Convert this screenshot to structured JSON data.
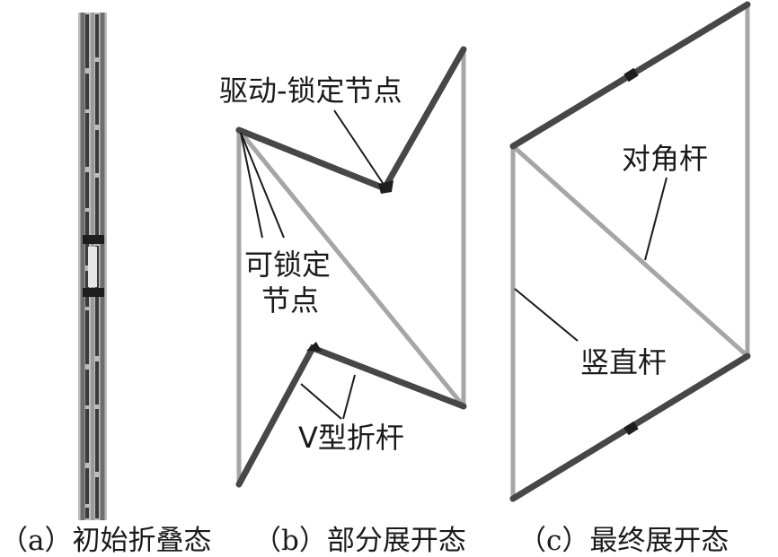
{
  "labels": {
    "drive_lock_node": "驱动-锁定节点",
    "lockable_node_line1": "可锁定",
    "lockable_node_line2": "节点",
    "v_folding_bar": "V型折杆",
    "diagonal_bar": "对角杆",
    "vertical_bar": "竖直杆"
  },
  "captions": {
    "a": "（a）初始折叠态",
    "b": "（b）部分展开态",
    "c": "（c）最终展开态"
  },
  "colors": {
    "light_bar": "#a6a6a6",
    "dark_bar": "#474747",
    "text": "#1a1a1a"
  }
}
